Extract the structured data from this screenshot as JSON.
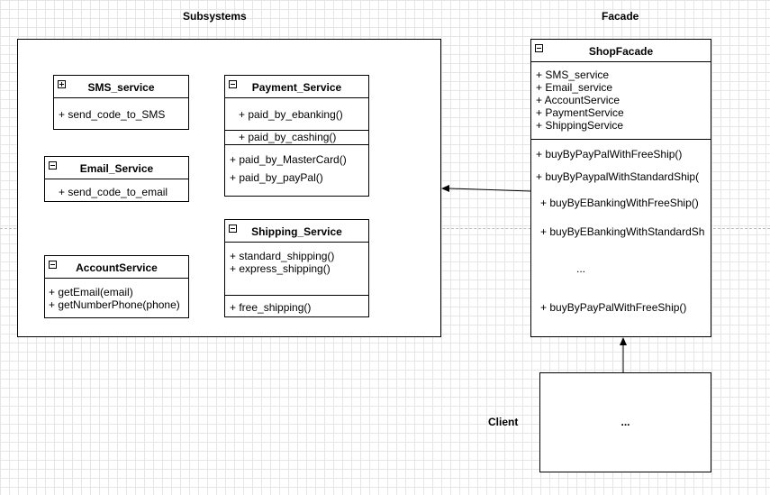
{
  "labels": {
    "subsystems": "Subsystems",
    "facade": "Facade",
    "client": "Client"
  },
  "classes": {
    "sms": {
      "title": "SMS_service",
      "methods": [
        "+ send_code_to_SMS"
      ]
    },
    "email": {
      "title": "Email_Service",
      "methods": [
        "+ send_code_to_email"
      ]
    },
    "account": {
      "title": "AccountService",
      "methods": [
        "+ getEmail(email)",
        "+ getNumberPhone(phone)"
      ]
    },
    "payment": {
      "title": "Payment_Service",
      "fields": [
        "+ paid_by_ebanking()",
        "+ paid_by_cashing()"
      ],
      "methods": [
        "+ paid_by_MasterCard()",
        "+ paid_by_payPal()"
      ]
    },
    "shipping": {
      "title": "Shipping_Service",
      "fields": [
        "+ standard_shipping()",
        "+ express_shipping()"
      ],
      "methods": [
        "+ free_shipping()"
      ]
    },
    "shopfacade": {
      "title": "ShopFacade",
      "fields": [
        "+ SMS_service",
        "+ Email_service",
        "+ AccountService",
        "+ PaymentService",
        "+ ShippingService"
      ],
      "methods": [
        "+ buyByPayPalWithFreeShip()",
        "+ buyByPaypalWithStandardShip(",
        "+ buyByEBankingWithFreeShip()",
        "+ buyByEBankingWithStandardSh",
        "...",
        "+ buyByPayPalWithFreeShip()"
      ]
    }
  },
  "client_box": {
    "text": "..."
  }
}
